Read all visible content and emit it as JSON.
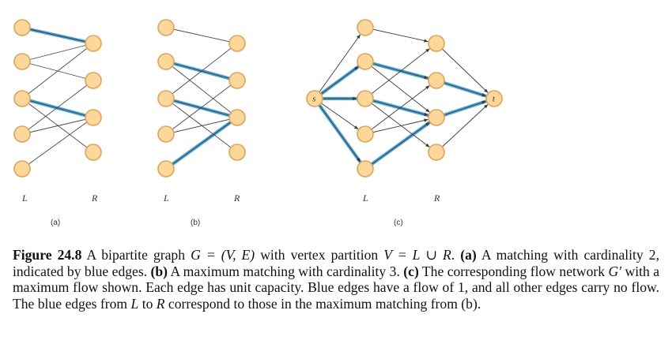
{
  "figure": {
    "panels": [
      {
        "id": "a",
        "panel_label": "(a)",
        "left_label": "L",
        "right_label": "R",
        "left_nodes": 5,
        "right_nodes": 4,
        "edges": [
          [
            0,
            0
          ],
          [
            1,
            0
          ],
          [
            1,
            1
          ],
          [
            2,
            2
          ],
          [
            2,
            0
          ],
          [
            2,
            3
          ],
          [
            3,
            2
          ],
          [
            3,
            1
          ],
          [
            4,
            2
          ]
        ],
        "matching": [
          [
            0,
            0
          ],
          [
            2,
            2
          ]
        ]
      },
      {
        "id": "b",
        "panel_label": "(b)",
        "left_label": "L",
        "right_label": "R",
        "left_nodes": 5,
        "right_nodes": 4,
        "edges": [
          [
            0,
            0
          ],
          [
            1,
            1
          ],
          [
            1,
            2
          ],
          [
            2,
            2
          ],
          [
            2,
            0
          ],
          [
            2,
            3
          ],
          [
            3,
            2
          ],
          [
            3,
            1
          ],
          [
            4,
            2
          ]
        ],
        "matching": [
          [
            1,
            1
          ],
          [
            2,
            2
          ],
          [
            4,
            2
          ]
        ]
      },
      {
        "id": "c",
        "panel_label": "(c)",
        "left_label": "L",
        "right_label": "R",
        "source_label": "s",
        "sink_label": "t",
        "left_nodes": 5,
        "right_nodes": 4,
        "edges": [
          [
            0,
            0
          ],
          [
            1,
            1
          ],
          [
            1,
            2
          ],
          [
            2,
            2
          ],
          [
            2,
            0
          ],
          [
            2,
            3
          ],
          [
            3,
            2
          ],
          [
            3,
            1
          ],
          [
            4,
            2
          ]
        ],
        "flow_edges": [
          [
            1,
            1
          ],
          [
            2,
            2
          ],
          [
            4,
            2
          ]
        ]
      }
    ]
  },
  "caption": {
    "fig_number": "Figure 24.8",
    "intro": " A bipartite graph ",
    "math_graph": "G = (V, E)",
    "with_partition": " with vertex partition ",
    "math_partition": "V = L ∪ R",
    "dot": ". ",
    "a_label": "(a)",
    "a_text": " A matching with cardinality 2, indicated by blue edges. ",
    "b_label": "(b)",
    "b_text": " A maximum matching with cardinality 3. ",
    "c_label": "(c)",
    "c_text_1": " The corresponding flow network ",
    "math_gprime": "G′",
    "c_text_2": " with a maximum flow shown. Each edge has unit capacity. Blue edges have a flow of 1, and all other edges carry no flow. The blue edges from ",
    "math_L": "L",
    "to_text": " to ",
    "math_R": "R",
    "end_text": " correspond to those in the maximum matching from (b)."
  },
  "colors": {
    "node_fill": "#fbd89a",
    "node_stroke": "#e3a356",
    "highlight": "#49a7dc"
  }
}
